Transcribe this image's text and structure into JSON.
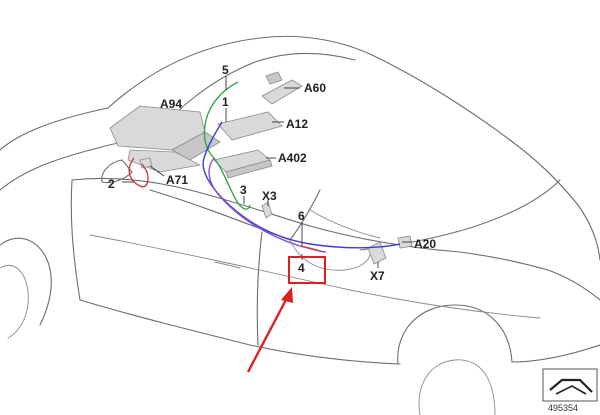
{
  "diagram": {
    "labels": {
      "a94": "A94",
      "a60": "A60",
      "n5": "5",
      "n1": "1",
      "a12": "A12",
      "a402": "A402",
      "n2": "2",
      "a71": "A71",
      "n3": "3",
      "x3": "X3",
      "n6": "6",
      "n4": "4",
      "a20": "A20",
      "x7": "X7"
    },
    "image_number": "495354"
  },
  "colors": {
    "harness_green": "#3aa64a",
    "harness_blue": "#3b3fd6",
    "harness_purple": "#8a4fd0",
    "harness_red": "#d03a3a",
    "highlight_red": "#e02020",
    "outline_gray": "#6d6d6d",
    "component_fill": "#d9d9d9"
  },
  "icons": {
    "car": "car-outline-icon",
    "corner": "car-side-symbol-icon",
    "arrow": "red-pointer-arrow-icon"
  }
}
